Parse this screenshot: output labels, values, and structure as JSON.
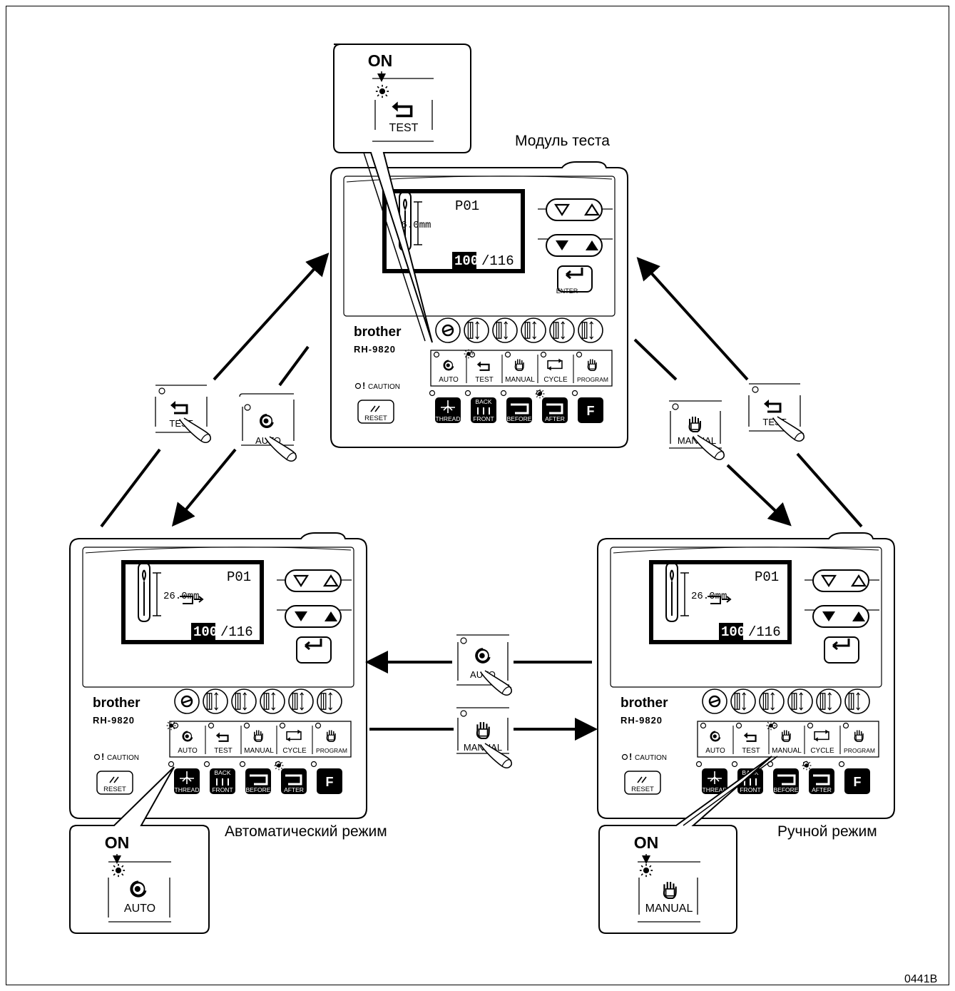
{
  "captions": {
    "test_module": "Модуль теста",
    "auto_mode": "Автоматический режим",
    "manual_mode": "Ручной режим",
    "figure_code": "0441B"
  },
  "callout_on": "ON",
  "brand": "brother",
  "model": "RH-9820",
  "caution": "CAUTION",
  "lcd": {
    "program": "P01",
    "length": "26.0mm",
    "count_current": "100",
    "count_total": "/116"
  },
  "mode_buttons": [
    "AUTO",
    "TEST",
    "MANUAL",
    "CYCLE",
    "PROGRAM"
  ],
  "function_buttons": [
    "THREAD",
    "FRONT",
    "BEFORE",
    "AFTER",
    "F"
  ],
  "back_label": "BACK",
  "reset_label": "RESET",
  "enter_label": "ENTER",
  "icons": {
    "test": "test-return-icon",
    "auto": "auto-spiral-icon",
    "manual": "hand-m-icon",
    "cycle": "cycle-icon",
    "program": "hand-p-icon",
    "lamp": "lamp-on-icon",
    "finger": "pressing-finger-icon"
  },
  "panels": [
    {
      "name": "test-module-panel",
      "active_mode": "TEST",
      "lit_function": "AFTER"
    },
    {
      "name": "auto-mode-panel",
      "active_mode": "AUTO",
      "lit_function": "AFTER"
    },
    {
      "name": "manual-mode-panel",
      "active_mode": "MANUAL",
      "lit_function": "AFTER"
    }
  ],
  "transitions": [
    {
      "from": "auto",
      "to": "test",
      "key": "TEST"
    },
    {
      "from": "test",
      "to": "auto",
      "key": "AUTO"
    },
    {
      "from": "test",
      "to": "manual",
      "key": "MANUAL"
    },
    {
      "from": "manual",
      "to": "test",
      "key": "TEST"
    },
    {
      "from": "manual",
      "to": "auto",
      "key": "AUTO"
    },
    {
      "from": "auto",
      "to": "manual",
      "key": "MANUAL"
    }
  ]
}
